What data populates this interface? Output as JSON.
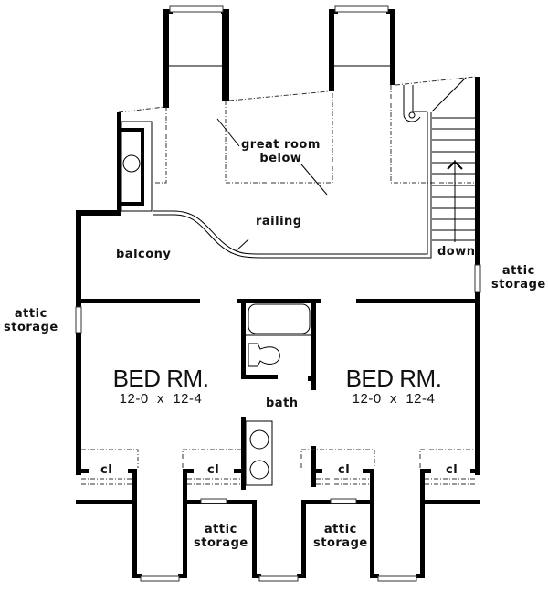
{
  "plan": {
    "type": "floor plan - upper level",
    "labels": {
      "great_room": "great room",
      "great_room_below": "below",
      "railing": "railing",
      "balcony": "balcony",
      "down": "down",
      "bath": "bath",
      "attic_left_1": "attic",
      "attic_left_2": "storage",
      "attic_right_1": "attic",
      "attic_right_2": "storage",
      "attic_bottom_left_1": "attic",
      "attic_bottom_left_2": "storage",
      "attic_bottom_right_1": "attic",
      "attic_bottom_right_2": "storage"
    },
    "rooms": [
      {
        "name": "BED RM.",
        "dimensions": "12-0  x  12-4"
      },
      {
        "name": "BED RM.",
        "dimensions": "12-0  x  12-4"
      }
    ],
    "closets": [
      "cl",
      "cl",
      "cl",
      "cl"
    ],
    "colors": {
      "wall": "#000000",
      "background": "#ffffff"
    }
  }
}
